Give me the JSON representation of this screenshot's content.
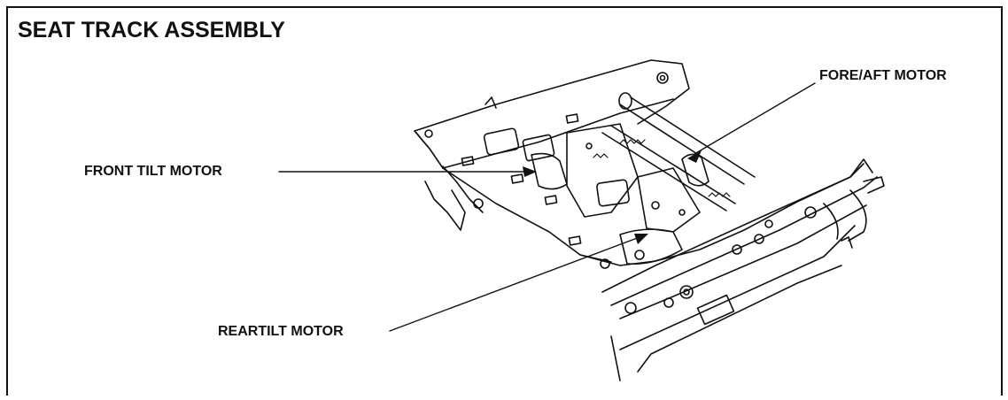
{
  "title": "SEAT TRACK ASSEMBLY",
  "callouts": {
    "fore_aft": "FORE/AFT MOTOR",
    "front_tilt": "FRONT  TILT MOTOR",
    "rear_tilt": "REARTILT MOTOR"
  },
  "colors": {
    "ink": "#111111",
    "paper": "#ffffff"
  }
}
